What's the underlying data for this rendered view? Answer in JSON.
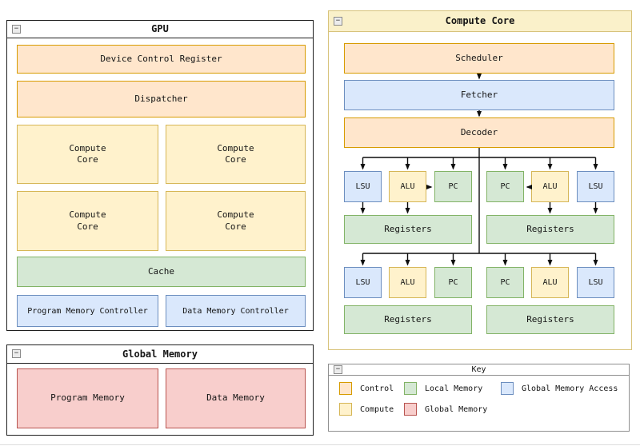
{
  "palette": {
    "control_fill": "#FFE6CC",
    "control_stroke": "#D79B00",
    "compute_fill": "#FFF2CC",
    "compute_stroke": "#D6B656",
    "local_memory_fill": "#D5E8D4",
    "local_memory_stroke": "#82B366",
    "global_memory_fill": "#F8CECC",
    "global_memory_stroke": "#B85450",
    "global_memory_access_fill": "#DAE8FC",
    "global_memory_access_stroke": "#6C8EBF",
    "line_color": "#0d0d0d"
  },
  "windows": {
    "gpu": {
      "title": "GPU",
      "minimize_icon": "−",
      "device_control_register": "Device Control Register",
      "dispatcher": "Dispatcher",
      "compute_core_label": "Compute\nCore",
      "cache": "Cache",
      "program_memory_controller": "Program Memory Controller",
      "data_memory_controller": "Data Memory Controller"
    },
    "global_memory": {
      "title": "Global Memory",
      "minimize_icon": "−",
      "program_memory": "Program Memory",
      "data_memory": "Data Memory"
    },
    "compute_core": {
      "title": "Compute Core",
      "minimize_icon": "−",
      "scheduler": "Scheduler",
      "fetcher": "Fetcher",
      "decoder": "Decoder",
      "units_row1": [
        "LSU",
        "ALU",
        "PC",
        "PC",
        "ALU",
        "LSU"
      ],
      "units_row2": [
        "LSU",
        "ALU",
        "PC",
        "PC",
        "ALU",
        "LSU"
      ],
      "registers_label": "Registers"
    },
    "key": {
      "title": "Key",
      "minimize_icon": "−",
      "items": [
        {
          "label": "Control",
          "color": "#FFE6CC",
          "border": "#D79B00"
        },
        {
          "label": "Local Memory",
          "color": "#D5E8D4",
          "border": "#82B366"
        },
        {
          "label": "Global Memory Access",
          "color": "#DAE8FC",
          "border": "#6C8EBF"
        },
        {
          "label": "Compute",
          "color": "#FFF2CC",
          "border": "#D6B656"
        },
        {
          "label": "Global Memory",
          "color": "#F8CECC",
          "border": "#B85450"
        }
      ]
    }
  }
}
